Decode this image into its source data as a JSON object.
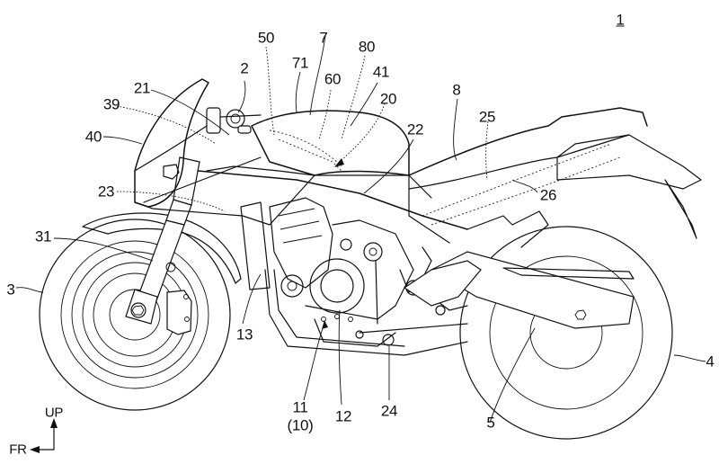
{
  "figure": {
    "figure_number": "1",
    "subject": "Motorcycle side view (patent drawing)"
  },
  "labels": [
    {
      "id": "1",
      "text": "1",
      "underlined": true
    },
    {
      "id": "2",
      "text": "2"
    },
    {
      "id": "3",
      "text": "3"
    },
    {
      "id": "4",
      "text": "4"
    },
    {
      "id": "5",
      "text": "5"
    },
    {
      "id": "7",
      "text": "7"
    },
    {
      "id": "8",
      "text": "8"
    },
    {
      "id": "11",
      "text": "11"
    },
    {
      "id": "10",
      "text": "(10)"
    },
    {
      "id": "12",
      "text": "12"
    },
    {
      "id": "13",
      "text": "13"
    },
    {
      "id": "20",
      "text": "20"
    },
    {
      "id": "21",
      "text": "21"
    },
    {
      "id": "22",
      "text": "22"
    },
    {
      "id": "23",
      "text": "23"
    },
    {
      "id": "24",
      "text": "24"
    },
    {
      "id": "25",
      "text": "25"
    },
    {
      "id": "26",
      "text": "26"
    },
    {
      "id": "31",
      "text": "31"
    },
    {
      "id": "39",
      "text": "39"
    },
    {
      "id": "40",
      "text": "40"
    },
    {
      "id": "41",
      "text": "41"
    },
    {
      "id": "50",
      "text": "50"
    },
    {
      "id": "60",
      "text": "60"
    },
    {
      "id": "71",
      "text": "71"
    },
    {
      "id": "80",
      "text": "80"
    }
  ],
  "direction_indicator": {
    "up_label": "UP",
    "front_label": "FR"
  }
}
